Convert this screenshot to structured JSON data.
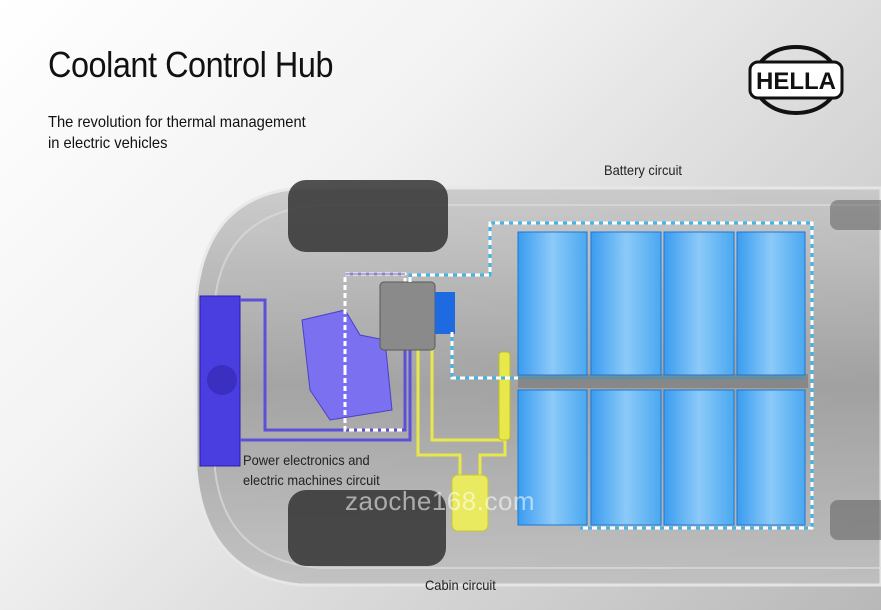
{
  "header": {
    "title": "Coolant Control Hub",
    "subtitle_line1": "The revolution for thermal management",
    "subtitle_line2": "in electric vehicles",
    "logo_text": "HELLA"
  },
  "diagram": {
    "labels": {
      "battery": "Battery circuit",
      "power_line1": "Power electronics and",
      "power_line2": "electric machines circuit",
      "cabin": "Cabin circuit"
    },
    "watermark": "zaoche168.com",
    "colors": {
      "battery_circuit": "#3fb6e8",
      "power_circuit": "#5b50d8",
      "cabin_circuit": "#e8e84a",
      "battery_cell": "#4aa8f0"
    },
    "battery_cells": 8
  }
}
